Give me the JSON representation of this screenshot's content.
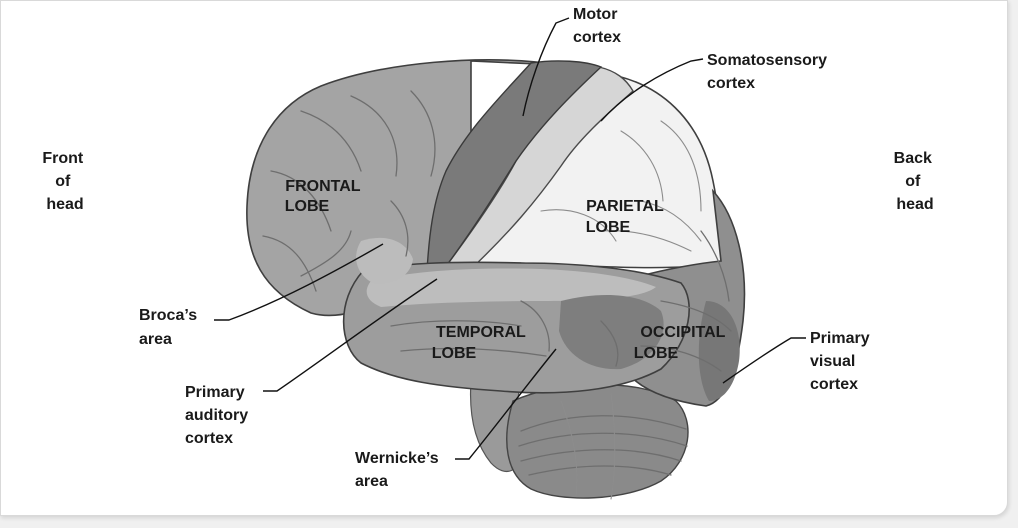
{
  "orientation": {
    "front": [
      "Front",
      "of",
      "head"
    ],
    "back": [
      "Back",
      "of",
      "head"
    ]
  },
  "lobes": {
    "frontal": [
      "FRONTAL",
      "LOBE"
    ],
    "parietal": [
      "PARIETAL",
      "LOBE"
    ],
    "temporal": [
      "TEMPORAL",
      "LOBE"
    ],
    "occipital": [
      "OCCIPITAL",
      "LOBE"
    ]
  },
  "callouts": {
    "motor_cortex": [
      "Motor",
      "cortex"
    ],
    "somatosensory_cortex": [
      "Somatosensory",
      "cortex"
    ],
    "brocas_area": [
      "Broca’s",
      "area"
    ],
    "primary_auditory_cortex": [
      "Primary",
      "auditory",
      "cortex"
    ],
    "wernickes_area": [
      "Wernicke’s",
      "area"
    ],
    "primary_visual_cortex": [
      "Primary",
      "visual",
      "cortex"
    ]
  },
  "colors": {
    "frontal": "#a4a4a4",
    "motor": "#7a7a7a",
    "somatosensory": "#d6d6d6",
    "parietal": "#f2f2f2",
    "temporal": "#9d9d9d",
    "occipital": "#8f8f8f",
    "cerebellum": "#8a8a8a",
    "brainstem": "#9a9a9a"
  }
}
